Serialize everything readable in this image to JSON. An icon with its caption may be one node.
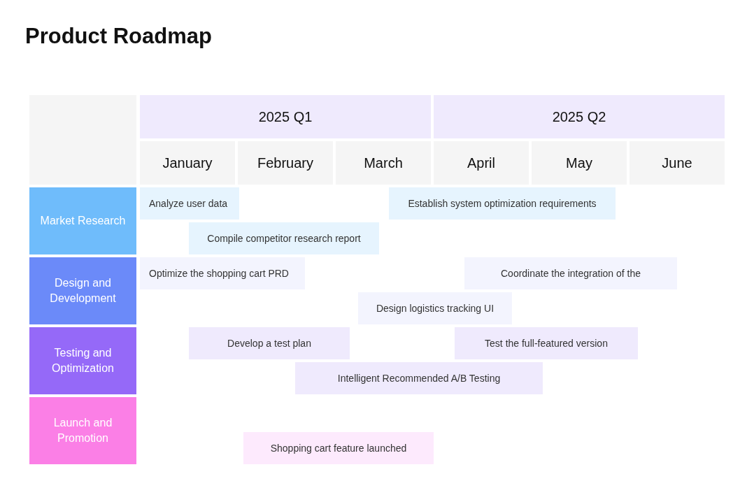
{
  "diagram": {
    "title": "Product Roadmap",
    "nodes": [
      {
        "text": [],
        "shape": "box"
      },
      {
        "text": [
          "2025 Q1"
        ]
      },
      {
        "text": [
          "2025 Q2"
        ]
      },
      {
        "text": [
          "January"
        ]
      },
      {
        "text": [
          "February"
        ]
      },
      {
        "text": [
          "March"
        ]
      },
      {
        "text": [
          "April"
        ]
      },
      {
        "text": [
          "May"
        ]
      },
      {
        "text": [
          "June"
        ]
      },
      {
        "text": [
          "Market Research"
        ]
      },
      {
        "text": [
          "Analyze user data"
        ]
      },
      {
        "text": [
          "Establish system optimization requirements"
        ]
      },
      {
        "text": [
          "Compile competitor research report"
        ]
      },
      {
        "text": [
          "Design and Development"
        ]
      },
      {
        "text": [
          "Optimize the shopping cart PRD"
        ]
      },
      {
        "text": [
          "Coordinate the integration of the"
        ]
      },
      {
        "text": [
          "Design logistics tracking UI"
        ]
      },
      {
        "text": [
          "Testing and Optimization"
        ]
      },
      {
        "text": [
          "Develop a test plan"
        ]
      },
      {
        "text": [
          "Test the full-featured version"
        ]
      },
      {
        "text": [
          "Intelligent Recommended A/B Testing"
        ]
      },
      {
        "text": [
          "Launch and Promotion"
        ]
      },
      {
        "text": [
          "Shopping cart feature launched"
        ]
      }
    ]
  }
}
